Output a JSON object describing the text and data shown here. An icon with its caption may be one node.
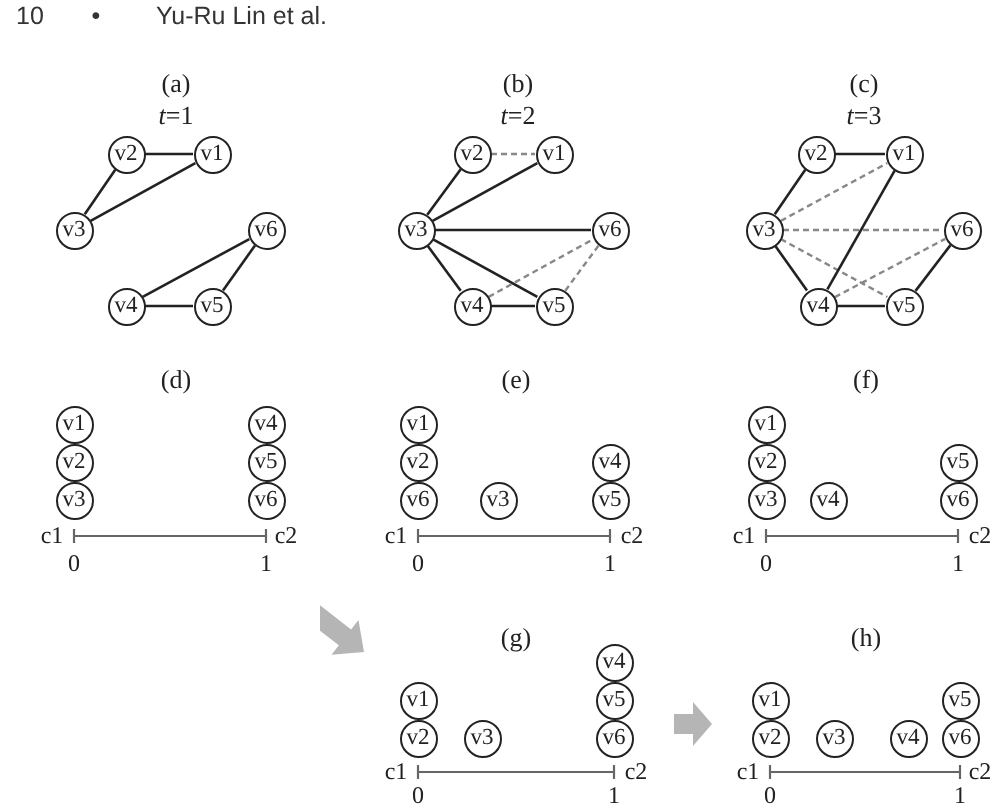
{
  "diagram": {
    "nodes": [
      {
        "text": [
          "(a)",
          "*t*=1"
        ]
      },
      {
        "text": [
          "v2"
        ],
        "in": 0
      },
      {
        "text": [
          "v1"
        ],
        "in": 0
      },
      {
        "text": [
          "v3"
        ],
        "in": 0
      },
      {
        "text": [
          "v6"
        ],
        "in": 0
      },
      {
        "text": [
          "v4"
        ],
        "in": 0
      },
      {
        "text": [
          "v5"
        ],
        "in": 0
      },
      {
        "text": [
          "(b)",
          "*t*=2"
        ]
      },
      {
        "text": [
          "v2"
        ],
        "in": 7
      },
      {
        "text": [
          "v1"
        ],
        "in": 7
      },
      {
        "text": [
          "v3"
        ],
        "in": 7
      },
      {
        "text": [
          "v6"
        ],
        "in": 7
      },
      {
        "text": [
          "v4"
        ],
        "in": 7
      },
      {
        "text": [
          "v5"
        ],
        "in": 7
      },
      {
        "text": [
          "(c)",
          "*t*=3"
        ]
      },
      {
        "text": [
          "v2"
        ],
        "in": 14
      },
      {
        "text": [
          "v1"
        ],
        "in": 14
      },
      {
        "text": [
          "v3"
        ],
        "in": 14
      },
      {
        "text": [
          "v6"
        ],
        "in": 14
      },
      {
        "text": [
          "v4"
        ],
        "in": 14
      },
      {
        "text": [
          "v5"
        ],
        "in": 14
      },
      {
        "text": [
          "(d)"
        ]
      },
      {
        "text": [
          "v1"
        ],
        "in": 21
      },
      {
        "text": [
          "v4"
        ],
        "in": 21
      },
      {
        "text": [
          "v2"
        ],
        "in": 21
      },
      {
        "text": [
          "v5"
        ],
        "in": 21
      },
      {
        "text": [
          "v3"
        ],
        "in": 21
      },
      {
        "text": [
          "v6"
        ],
        "in": 21
      },
      {
        "text": [
          "(e)"
        ]
      },
      {
        "text": [
          "v1"
        ],
        "in": 28
      },
      {
        "text": [
          "v2"
        ],
        "in": 28
      },
      {
        "text": [
          "v4"
        ],
        "in": 28
      },
      {
        "text": [
          "v6"
        ],
        "in": 28
      },
      {
        "text": [
          "v3"
        ],
        "in": 28
      },
      {
        "text": [
          "v5"
        ],
        "in": 28
      },
      {
        "text": [
          "(f)"
        ]
      },
      {
        "text": [
          "v1"
        ],
        "in": 35
      },
      {
        "text": [
          "v2"
        ],
        "in": 35
      },
      {
        "text": [
          "v5"
        ],
        "in": 35
      },
      {
        "text": [
          "v3"
        ],
        "in": 35
      },
      {
        "text": [
          "v4"
        ],
        "in": 35
      },
      {
        "text": [
          "v6"
        ],
        "in": 35
      },
      {
        "text": [
          "(g)"
        ]
      },
      {
        "text": [
          "v4"
        ],
        "in": 42
      },
      {
        "text": [
          "v1"
        ],
        "in": 42
      },
      {
        "text": [
          "v5"
        ],
        "in": 42
      },
      {
        "text": [
          "v2"
        ],
        "in": 42
      },
      {
        "text": [
          "v3"
        ],
        "in": 42
      },
      {
        "text": [
          "v6"
        ],
        "in": 42
      },
      {
        "text": [
          "(h)"
        ]
      },
      {
        "text": [
          "v1"
        ],
        "in": 49
      },
      {
        "text": [
          "v5"
        ],
        "in": 49
      },
      {
        "text": [
          "v2"
        ],
        "in": 49
      },
      {
        "text": [
          "v3"
        ],
        "in": 49
      },
      {
        "text": [
          "v4"
        ],
        "in": 49
      },
      {
        "text": [
          "v6"
        ],
        "in": 49
      }
    ],
    "edges": [
      {
        "from": 1,
        "to": 2,
        "arrow": "none"
      },
      {
        "from": 1,
        "to": 3,
        "arrow": "none"
      },
      {
        "from": 3,
        "to": 2,
        "arrow": "none"
      },
      {
        "from": 4,
        "to": 5,
        "arrow": "none"
      },
      {
        "from": 4,
        "to": 6,
        "arrow": "none"
      },
      {
        "from": 5,
        "to": 6,
        "arrow": "none"
      },
      {
        "from": 8,
        "to": 9,
        "arrow": "none",
        "style": "dashed",
        "color": "#888888"
      },
      {
        "from": 10,
        "to": 8,
        "arrow": "none"
      },
      {
        "from": 10,
        "to": 9,
        "arrow": "none"
      },
      {
        "from": 10,
        "to": 11,
        "arrow": "none"
      },
      {
        "from": 10,
        "to": 12,
        "arrow": "none"
      },
      {
        "from": 10,
        "to": 13,
        "arrow": "none"
      },
      {
        "from": 12,
        "to": 13,
        "arrow": "none"
      },
      {
        "from": 12,
        "to": 11,
        "arrow": "none",
        "style": "dashed",
        "color": "#888888"
      },
      {
        "from": 13,
        "to": 11,
        "arrow": "none",
        "style": "dashed",
        "color": "#888888"
      },
      {
        "from": 15,
        "to": 16,
        "arrow": "none"
      },
      {
        "from": 15,
        "to": 17,
        "arrow": "none"
      },
      {
        "from": 17,
        "to": 16,
        "arrow": "none",
        "style": "dashed",
        "color": "#888888"
      },
      {
        "from": 17,
        "to": 18,
        "arrow": "none",
        "style": "dashed",
        "color": "#888888"
      },
      {
        "from": 17,
        "to": 20,
        "arrow": "none",
        "style": "dashed",
        "color": "#888888"
      },
      {
        "from": 17,
        "to": 19,
        "arrow": "none"
      },
      {
        "from": 19,
        "to": 16,
        "arrow": "none"
      },
      {
        "from": 19,
        "to": 18,
        "arrow": "none",
        "style": "dashed",
        "color": "#888888"
      },
      {
        "from": 19,
        "to": 20,
        "arrow": "none"
      },
      {
        "from": 20,
        "to": 18,
        "arrow": "none"
      },
      {
        "from": null,
        "to": 42,
        "arrow": "to",
        "style": "thick",
        "color": "#b5b5b5"
      },
      {
        "from": 42,
        "to": 49,
        "arrow": "to",
        "style": "thick",
        "color": "#b5b5b5"
      }
    ],
    "labels": [
      "10",
      "•",
      "Yu-Ru Lin et al.",
      "c1",
      "c2",
      "c1",
      "c2",
      "c1",
      "c2",
      "0",
      "1",
      "0",
      "1",
      "0",
      "1",
      "c1",
      "c2",
      "c1",
      "c2",
      "0",
      "1",
      "0",
      "1"
    ]
  }
}
